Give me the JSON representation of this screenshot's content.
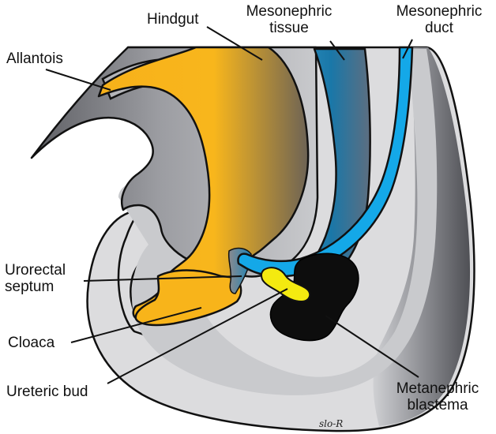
{
  "labels": {
    "hindgut": "Hindgut",
    "mesonephric_tissue": [
      "Mesonephric",
      "tissue"
    ],
    "mesonephric_duct": [
      "Mesonephric",
      "duct"
    ],
    "allantois": "Allantois",
    "urorectal_septum": [
      "Urorectal",
      "septum"
    ],
    "cloaca": "Cloaca",
    "ureteric_bud": "Ureteric bud",
    "metanephric_blastema": [
      "Metanephric",
      "blastema"
    ]
  },
  "signature": "slo-R",
  "colors": {
    "outer_wall": "#d8d8da",
    "mid_wall": "#a8a9ad",
    "dark_wall": "#6f7075",
    "hindgut": "#f8b41a",
    "mesonephric_tissue": "#1f7fb0",
    "mesonephric_duct": "#13a8e8",
    "ureteric_bud": "#f4ea10",
    "blastema": "#0d0d0d"
  }
}
